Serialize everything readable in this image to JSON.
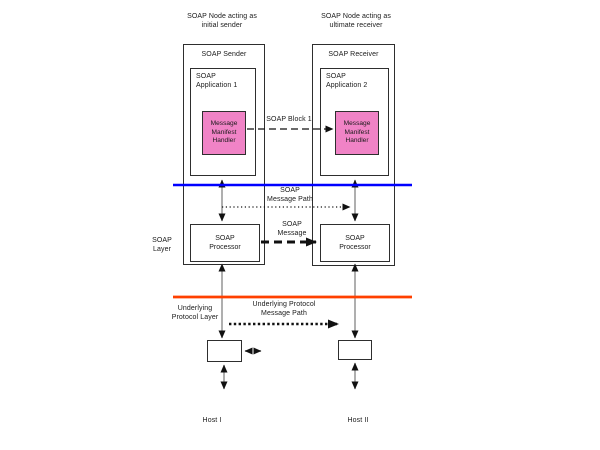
{
  "colors": {
    "soap_layer_line": "#0000ff",
    "protocol_layer_line": "#ff4000",
    "handler_fill": "#f083c6"
  },
  "nodes": {
    "left": {
      "caption": "SOAP Node acting as\ninitial sender",
      "title": "SOAP Sender",
      "application": "SOAP\nApplication 1",
      "handler": "Message\nManifest\nHandler",
      "processor": "SOAP\nProcessor",
      "host": "Host I"
    },
    "right": {
      "caption": "SOAP Node acting as\nultimate receiver",
      "title": "SOAP Receiver",
      "application": "SOAP\nApplication 2",
      "handler": "Message\nManifest\nHandler",
      "processor": "SOAP\nProcessor",
      "host": "Host II"
    }
  },
  "labels": {
    "soap_block": "SOAP Block 1",
    "soap_message_path": "SOAP\nMessage Path",
    "soap_message": "SOAP\nMessage",
    "soap_layer": "SOAP\nLayer",
    "underlying_protocol_layer": "Underlying\nProtocol Layer",
    "underlying_protocol_message_path": "Underlying Protocol\nMessage Path"
  }
}
